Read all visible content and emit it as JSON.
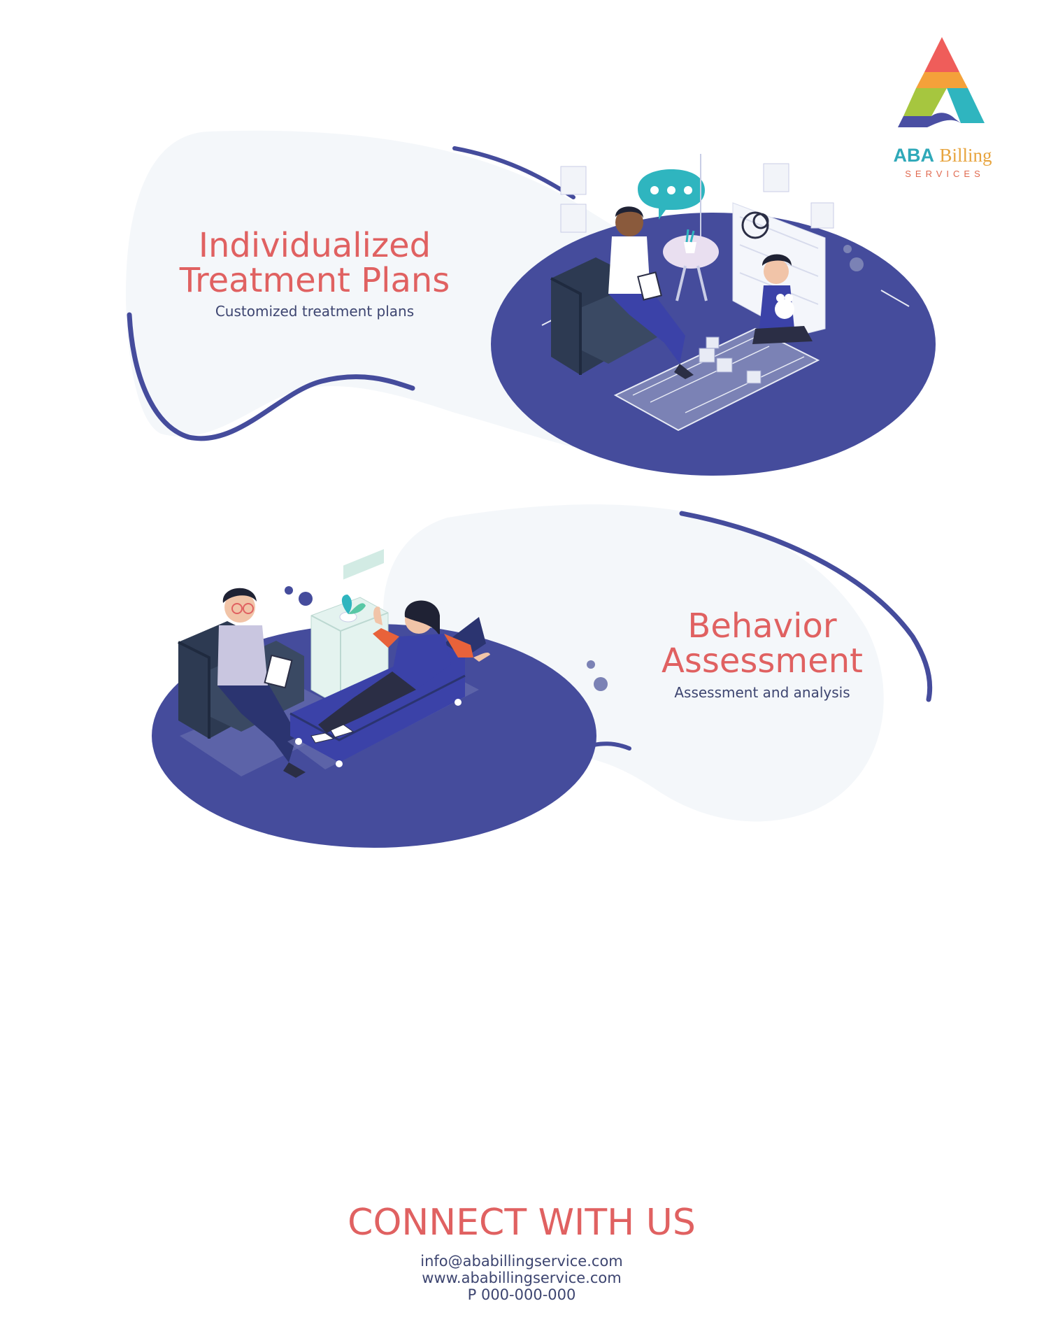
{
  "logo": {
    "brand_a": "ABA",
    "brand_b": "Billing",
    "tagline": "SERVICES",
    "colors": [
      "#ef5d5a",
      "#f4a13a",
      "#a6c63f",
      "#2fb5bf",
      "#4a4fa3"
    ]
  },
  "section1": {
    "title_line1": "Individualized",
    "title_line2": "Treatment Plans",
    "subtitle": "Customized treatment plans",
    "illustration": "therapist-with-child-illustration"
  },
  "section2": {
    "title_line1": "Behavior",
    "title_line2": "Assessment",
    "subtitle": "Assessment and analysis",
    "illustration": "therapy-session-couch-illustration"
  },
  "contact": {
    "heading": "CONNECT WITH US",
    "email": "info@ababillingservice.com",
    "website": "www.ababillingservice.com",
    "phone": "P 000-000-000"
  },
  "colors": {
    "accent": "#e06161",
    "text": "#3d4570",
    "navy": "#454c9c",
    "blob": "#f4f7fa"
  }
}
